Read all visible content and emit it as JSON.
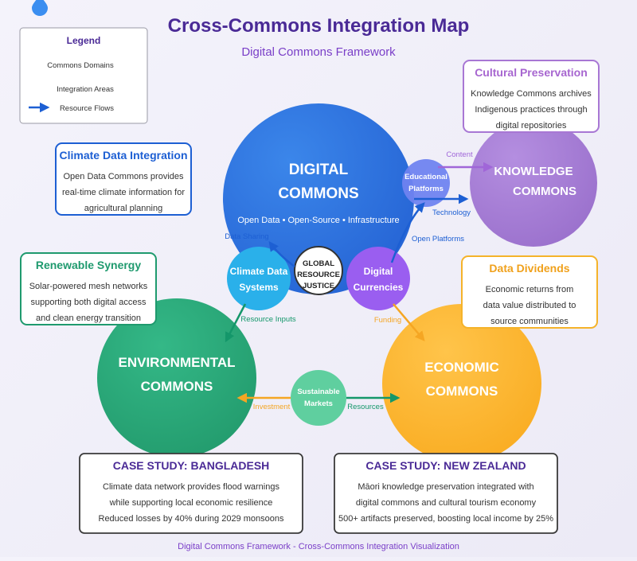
{
  "title": "Cross-Commons Integration Map",
  "subtitle": "Digital Commons Framework",
  "footer": "Digital Commons Framework - Cross-Commons Integration Visualization",
  "legend": {
    "title": "Legend",
    "items": [
      "Commons Domains",
      "Integration Areas",
      "Resource Flows"
    ]
  },
  "circles": {
    "digital": {
      "line1": "DIGITAL",
      "line2": "COMMONS",
      "sub": "Open Data • Open-Source • Infrastructure"
    },
    "knowledge": {
      "line1": "KNOWLEDGE",
      "line2": "COMMONS"
    },
    "environmental": {
      "line1": "ENVIRONMENTAL",
      "line2": "COMMONS"
    },
    "economic": {
      "line1": "ECONOMIC",
      "line2": "COMMONS"
    }
  },
  "nodes": {
    "educational": {
      "line1": "Educational",
      "line2": "Platforms"
    },
    "climate": {
      "line1": "Climate Data",
      "line2": "Systems"
    },
    "currencies": {
      "line1": "Digital",
      "line2": "Currencies"
    },
    "markets": {
      "line1": "Sustainable",
      "line2": "Markets"
    },
    "justice": {
      "line1": "GLOBAL",
      "line2": "RESOURCE",
      "line3": "JUSTICE"
    }
  },
  "flows": {
    "content": "Content",
    "technology": "Technology",
    "open_platforms": "Open Platforms",
    "data_sharing": "Data Sharing",
    "resource_inputs": "Resource Inputs",
    "funding": "Funding",
    "investment": "Investment",
    "resources": "Resources"
  },
  "callouts": {
    "cultural": {
      "title": "Cultural Preservation",
      "lines": [
        "Knowledge Commons archives",
        "Indigenous practices through",
        "digital repositories"
      ]
    },
    "climate_integration": {
      "title": "Climate Data Integration",
      "lines": [
        "Open Data Commons provides",
        "real-time climate information for",
        "agricultural planning"
      ]
    },
    "renewable": {
      "title": "Renewable Synergy",
      "lines": [
        "Solar-powered mesh networks",
        "supporting both digital access",
        "and clean energy transition"
      ]
    },
    "dividends": {
      "title": "Data Dividends",
      "lines": [
        "Economic returns from",
        "data value distributed to",
        "source communities"
      ]
    }
  },
  "case_studies": {
    "bangladesh": {
      "title": "CASE STUDY: BANGLADESH",
      "lines": [
        "Climate data network provides flood warnings",
        "while supporting local economic resilience",
        "Reduced losses by 40% during 2029 monsoons"
      ]
    },
    "new_zealand": {
      "title": "CASE STUDY: NEW ZEALAND",
      "lines": [
        "Māori knowledge preservation integrated with",
        "digital commons and cultural tourism economy",
        "500+ artifacts preserved, boosting local income by 25%"
      ]
    }
  },
  "colors": {
    "title": "#4a2a96",
    "digital": "#2f74de",
    "knowledge": "#a77fd4",
    "environmental": "#2aa87a",
    "economic": "#fbb633",
    "climate_node": "#2ab0ea",
    "currencies_node": "#9a5ef0",
    "markets_node": "#5fcf9f",
    "educational_node": "#6f83f0"
  }
}
